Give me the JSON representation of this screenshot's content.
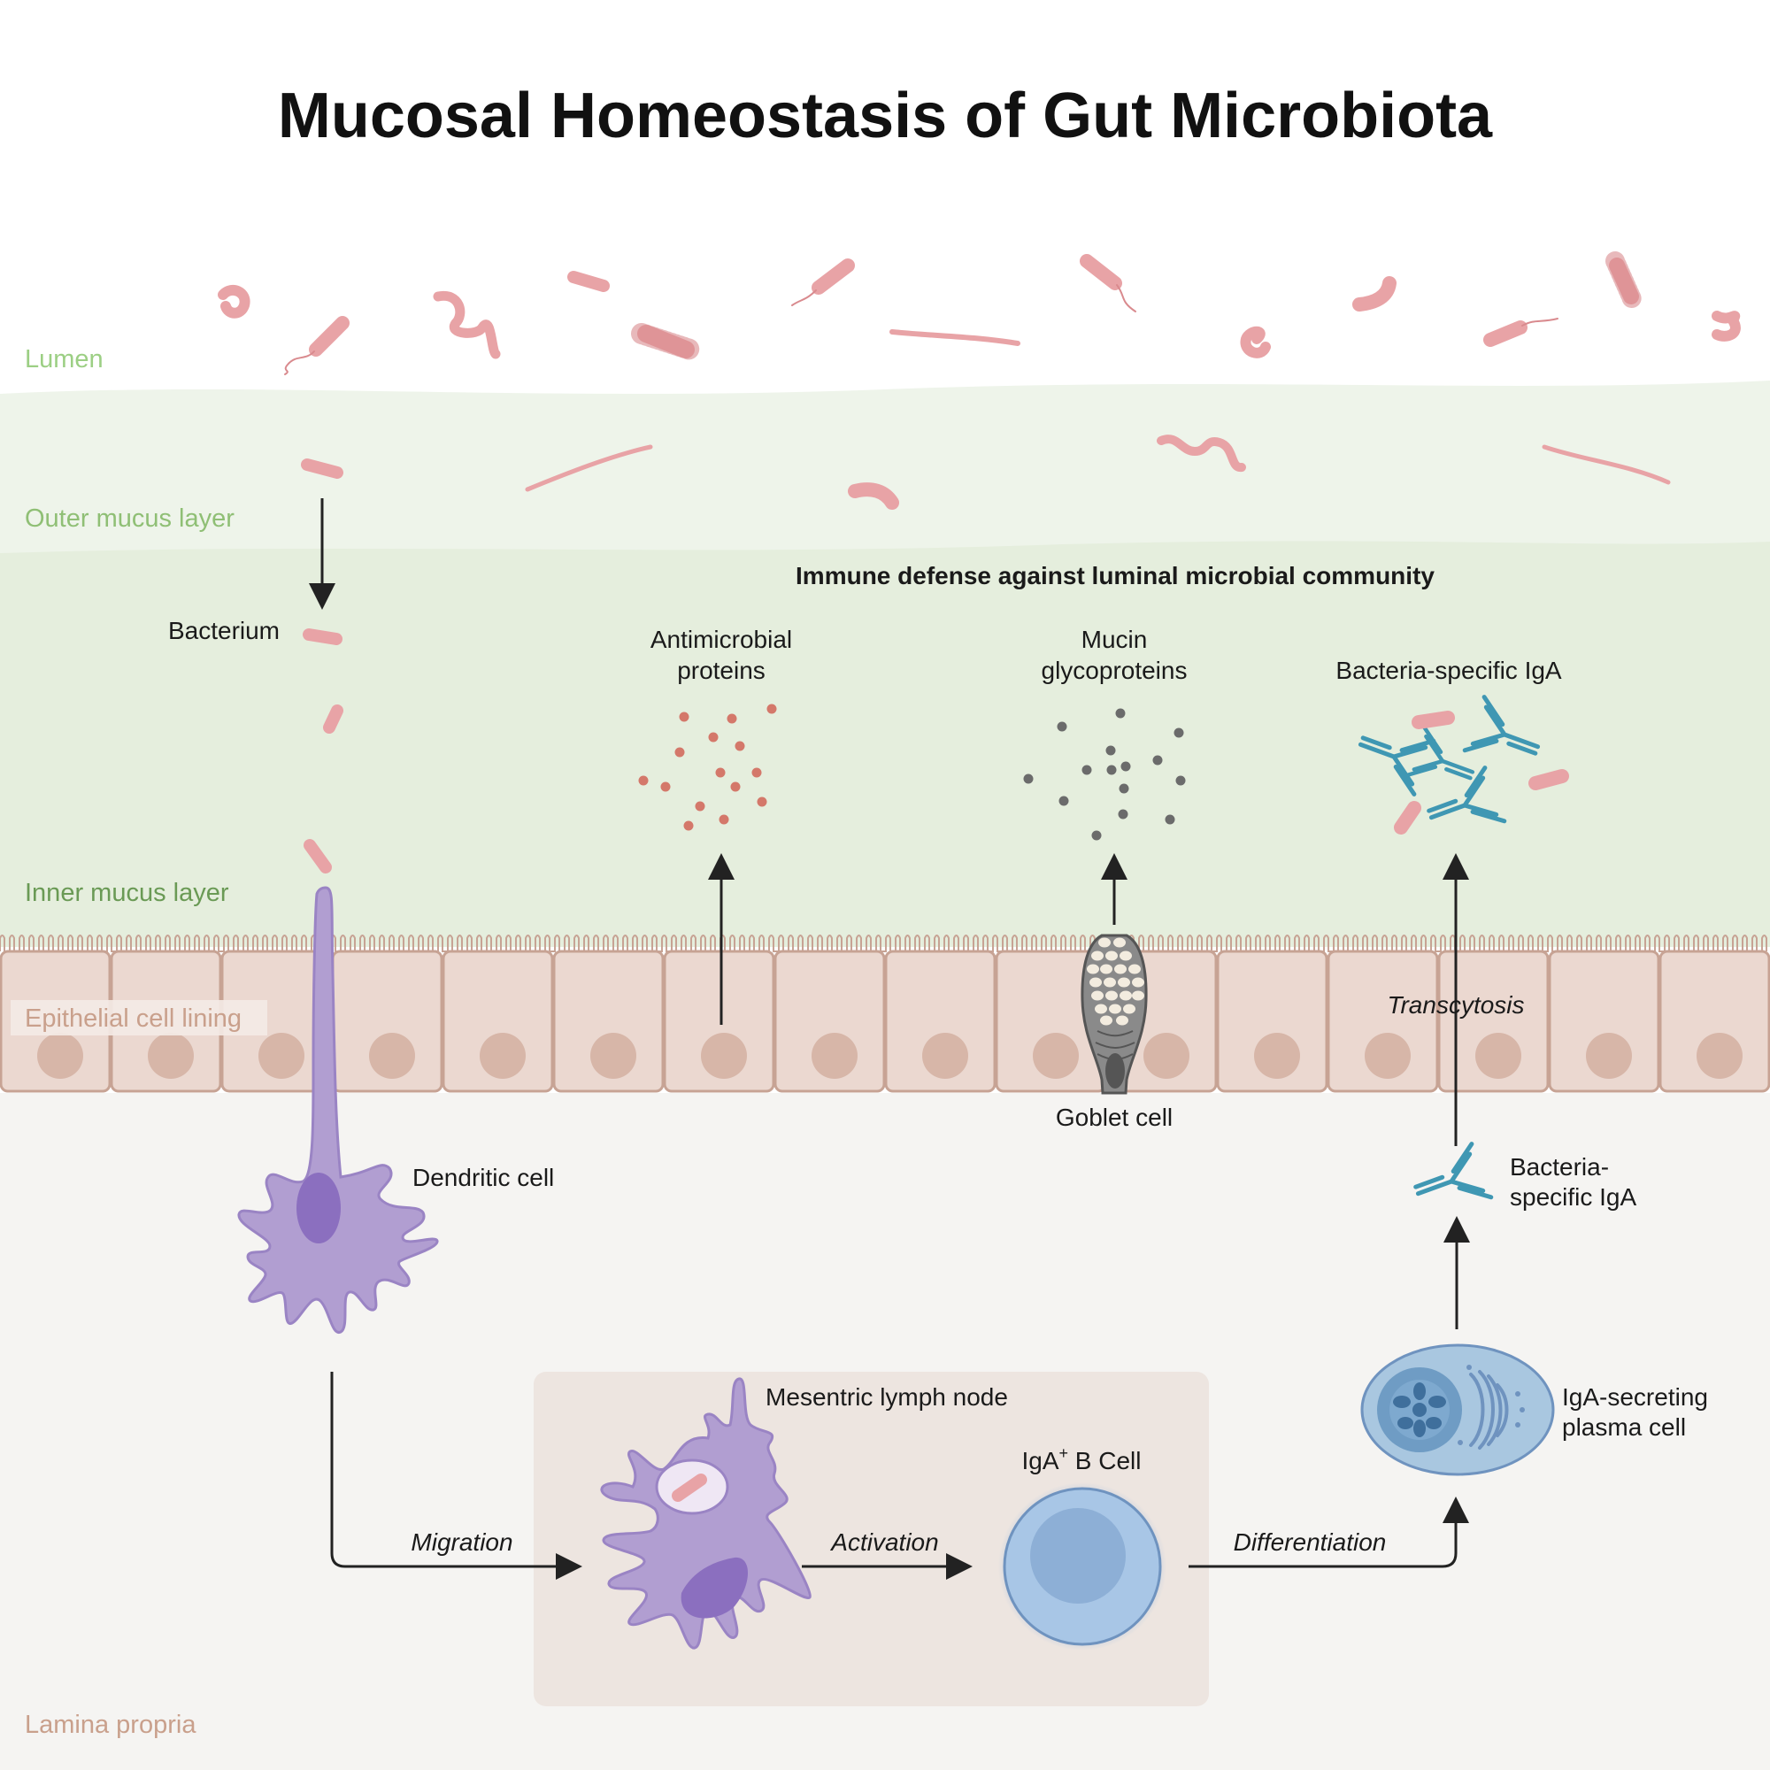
{
  "title": "Mucosal Homeostasis of Gut Microbiota",
  "zones": {
    "lumen": "Lumen",
    "outer_mucus": "Outer mucus layer",
    "inner_mucus": "Inner mucus layer",
    "epithelium": "Epithelial cell lining",
    "lamina_propria": "Lamina propria"
  },
  "labels": {
    "immune_defense": "Immune defense against luminal microbial community",
    "bacterium": "Bacterium",
    "antimicrobial_1": "Antimicrobial",
    "antimicrobial_2": "proteins",
    "mucin_1": "Mucin",
    "mucin_2": "glycoproteins",
    "iga_top": "Bacteria-specific IgA",
    "transcytosis": "Transcytosis",
    "goblet": "Goblet cell",
    "dendritic": "Dendritic cell",
    "iga_mid_1": "Bacteria-",
    "iga_mid_2": "specific IgA",
    "lymph_node": "Mesentric lymph node",
    "iga_b_cell_main": "IgA",
    "iga_b_cell_sup": "+",
    "iga_b_cell_rest": " B Cell",
    "plasma_1": "IgA-secreting",
    "plasma_2": "plasma cell",
    "migration": "Migration",
    "activation": "Activation",
    "differentiation": "Differentiation"
  },
  "colors": {
    "lumen_text": "#9ccf84",
    "outer_text": "#8fbf75",
    "inner_text": "#6a9a55",
    "epi_text": "#c9a08c",
    "lamina_text": "#c9a08c",
    "bacteria": "#e8a3a6",
    "bacteria_stroke": "#d98a8e",
    "antimicrobial_dot": "#d4786a",
    "mucin_dot": "#6b6b6b",
    "antibody": "#3f97b3",
    "dendritic": "#b19ed1",
    "dendritic_stroke": "#9a84c4",
    "nucleus_dc": "#8b6fbf",
    "b_cell": "#8fb3d9",
    "plasma": "#a9c7e0",
    "epi_fill": "#ebd8d0",
    "epi_stroke": "#c7a394",
    "epi_nucleus": "#d7b6a8",
    "arrow": "#222222"
  }
}
